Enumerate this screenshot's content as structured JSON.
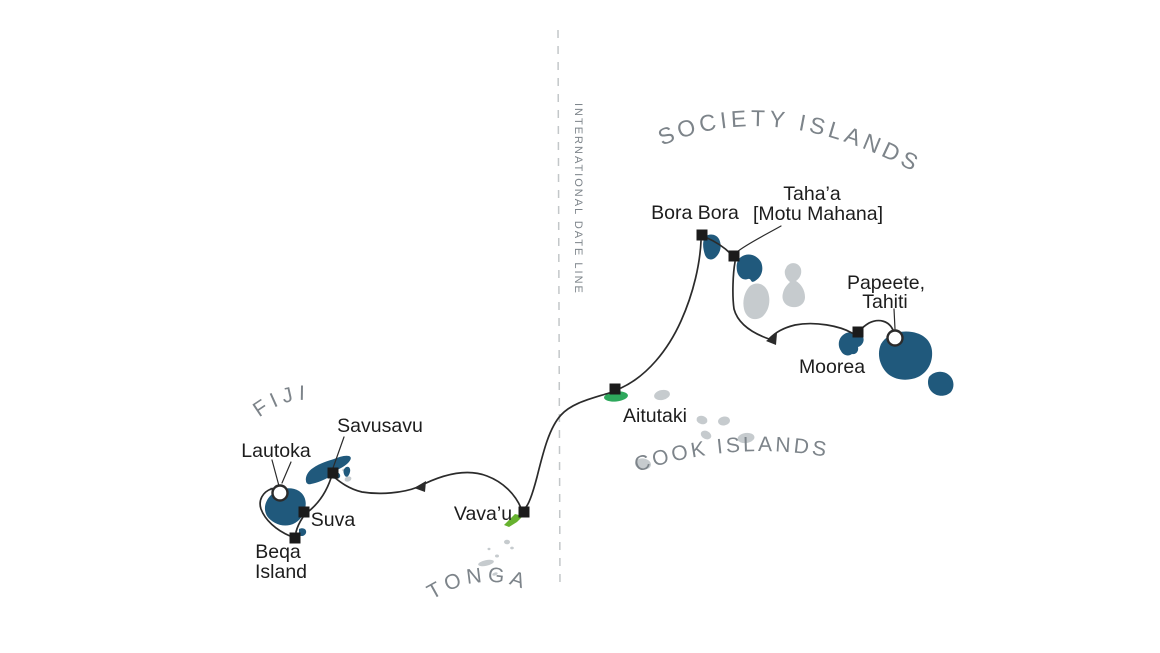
{
  "map": {
    "date_line": {
      "label": "INTERNATIONAL DATE LINE"
    },
    "regions": {
      "society": "SOCIETY ISLANDS",
      "cook": "COOK ISLANDS",
      "fiji": "FIJI",
      "tonga": "TONGA"
    },
    "ports": {
      "papeete": {
        "line1": "Papeete,",
        "line2": "Tahiti",
        "marker": "circle"
      },
      "moorea": {
        "label": "Moorea",
        "marker": "square"
      },
      "tahaa": {
        "line1": "Taha’a",
        "line2": "[Motu Mahana]",
        "marker": "square"
      },
      "bora_bora": {
        "label": "Bora Bora",
        "marker": "square"
      },
      "aitutaki": {
        "label": "Aitutaki",
        "marker": "square"
      },
      "vavau": {
        "label": "Vava’u",
        "marker": "square"
      },
      "savusavu": {
        "label": "Savusavu",
        "marker": "square"
      },
      "suva": {
        "label": "Suva",
        "marker": "square"
      },
      "beqa": {
        "line1": "Beqa",
        "line2": "Island",
        "marker": "square"
      },
      "lautoka": {
        "label": "Lautoka",
        "marker": "circle"
      }
    },
    "route_order": [
      "Papeete, Tahiti",
      "Moorea",
      "Taha’a [Motu Mahana]",
      "Bora Bora",
      "Aitutaki",
      "Vava’u",
      "Savusavu",
      "Suva",
      "Beqa Island",
      "Lautoka"
    ]
  },
  "colors": {
    "background": "#FFFFFF",
    "island_teal": "#20597C",
    "island_gray": "#C6CBCE",
    "island_green": "#2EA85C",
    "island_lime": "#67B22F",
    "route_line": "#2B2B2B",
    "marker_black": "#1B1B1B",
    "marker_ring_fill": "#FFFFFF",
    "city_label": "#1D1D1D",
    "region_label": "#7D848A",
    "date_line_gray": "#C3C7C9"
  }
}
